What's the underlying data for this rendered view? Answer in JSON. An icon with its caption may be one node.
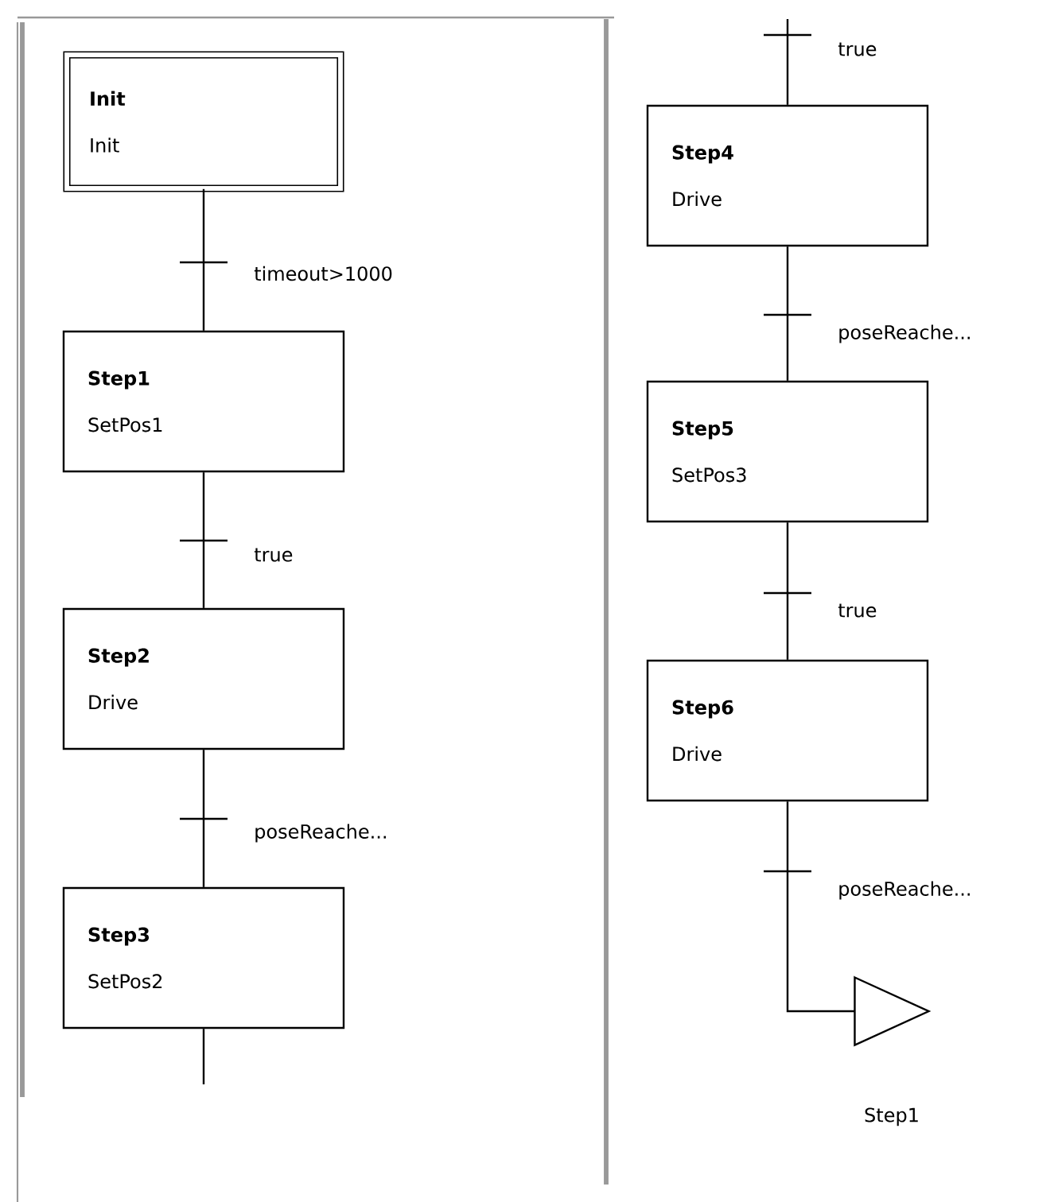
{
  "diagram": {
    "nodes": [
      {
        "text": [
          "Init",
          "Init"
        ]
      },
      {
        "text": [
          "Step1",
          "SetPos1"
        ]
      },
      {
        "text": [
          "Step2",
          "Drive"
        ]
      },
      {
        "text": [
          "Step3",
          "SetPos2"
        ]
      },
      {
        "text": [
          "Step4",
          "Drive"
        ]
      },
      {
        "text": [
          "Step5",
          "SetPos3"
        ]
      },
      {
        "text": [
          "Step6",
          "Drive"
        ]
      },
      {
        "text": [],
        "shape": "triangle",
        "beside": [
          "Step1"
        ]
      }
    ],
    "edges": [
      {
        "from": 0,
        "to": 1,
        "arrow": "none",
        "label": "timeout>1000"
      },
      {
        "from": 1,
        "to": 2,
        "arrow": "none",
        "label": "true"
      },
      {
        "from": 2,
        "to": 3,
        "arrow": "none",
        "label": "poseReache..."
      },
      {
        "from": 3,
        "to": null,
        "arrow": "none"
      },
      {
        "from": null,
        "to": 4,
        "arrow": "none",
        "label": "true"
      },
      {
        "from": 4,
        "to": 5,
        "arrow": "none",
        "label": "poseReache..."
      },
      {
        "from": 5,
        "to": 6,
        "arrow": "none",
        "label": "true"
      },
      {
        "from": 6,
        "to": 7,
        "arrow": "none",
        "label": "poseReache..."
      }
    ]
  }
}
